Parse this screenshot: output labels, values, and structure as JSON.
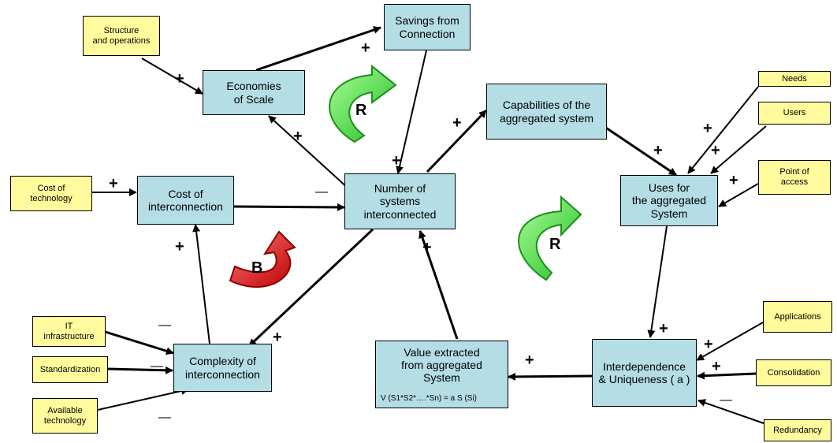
{
  "nodes": {
    "savings": "Savings from\nConnection",
    "economies": "Economies\nof Scale",
    "structure": "Structure\nand operations",
    "capabilities": "Capabilities of the\naggregated system",
    "cost_interconnection": "Cost of\ninterconnection",
    "cost_technology": "Cost of\ntechnology",
    "number_systems": "Number of\nsystems\ninterconnected",
    "uses": "Uses for\nthe aggregated\nSystem",
    "needs": "Needs",
    "users": "Users",
    "point_access": "Point of\naccess",
    "complexity": "Complexity of\ninterconnection",
    "it_infrastructure": "IT\ninfrastructure",
    "standardization": "Standardization",
    "available_technology": "Available\ntechnology",
    "value_extracted": "Value extracted\nfrom aggregated\nSystem",
    "value_formula": "V (S1*S2*….*Sn) = a  S (Si)",
    "interdependence": "Interdependence\n& Uniqueness ( a   )",
    "applications": "Applications",
    "consolidation": "Consolidation",
    "redundancy": "Redundancy"
  },
  "signs": {
    "plus": "+",
    "minus": "—"
  },
  "loops": {
    "r1": "R",
    "r2": "R",
    "b": "B"
  },
  "colors": {
    "main_box": "#b4dde5",
    "external_box": "#fffb9c",
    "reinforcing_arrow": "#33cc33",
    "balancing_arrow": "#cc0000"
  }
}
